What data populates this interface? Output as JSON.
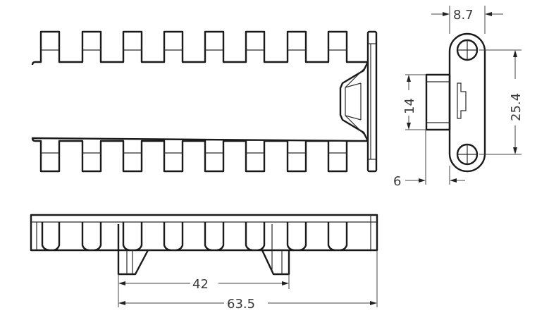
{
  "drawing": {
    "type": "technical-drawing",
    "views": [
      "top-view",
      "side-view",
      "front-view"
    ],
    "line_color": "#1a1a1a",
    "background": "#ffffff"
  },
  "dimensions": {
    "width_8_7": "8.7",
    "pitch_25_4": "25.4",
    "tab_14": "14",
    "offset_6": "6",
    "span_42": "42",
    "length_63_5": "63.5"
  }
}
